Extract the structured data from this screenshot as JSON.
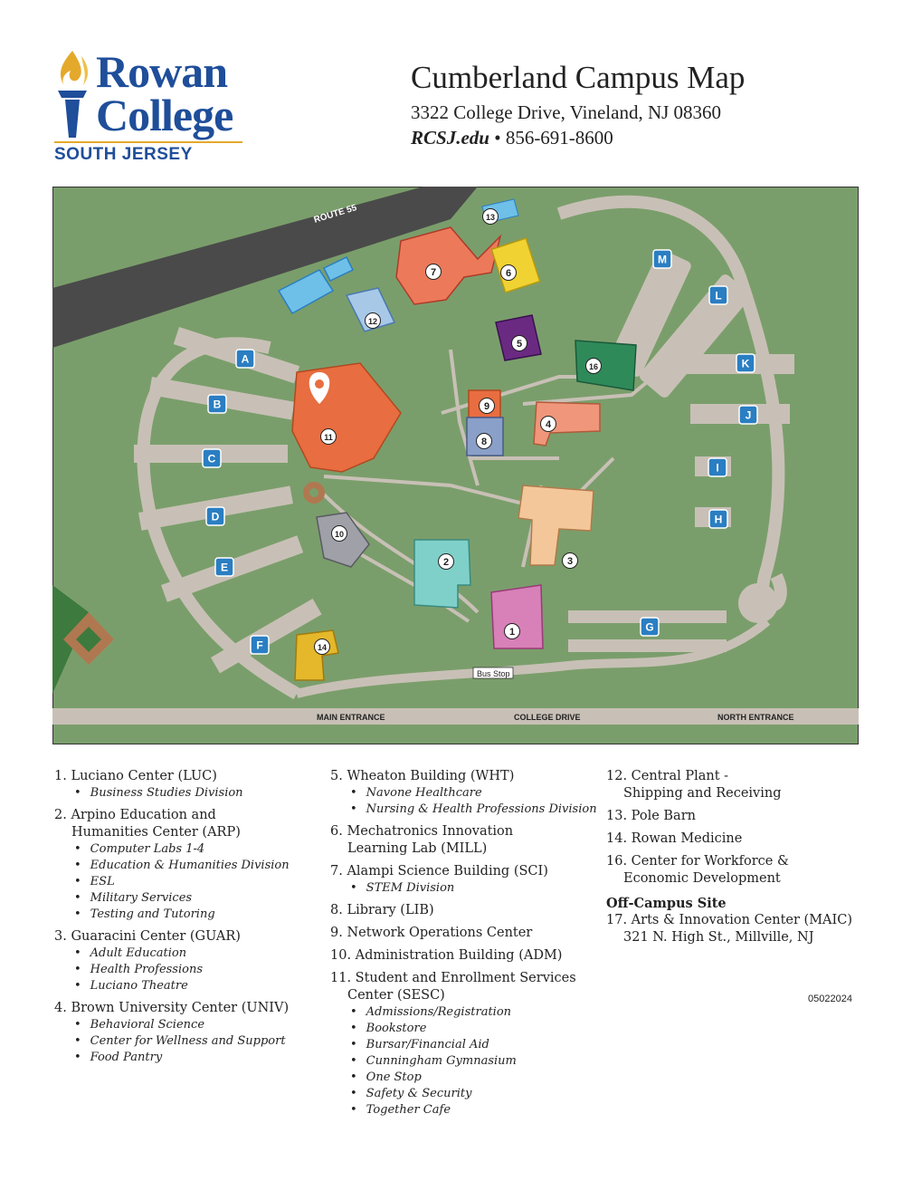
{
  "logo": {
    "line1": "Rowan",
    "line2": "College",
    "line3": "SOUTH JERSEY"
  },
  "header": {
    "title": "Cumberland Campus Map",
    "address": "3322 College Drive, Vineland, NJ 08360",
    "website": "RCSJ.edu",
    "separator": "•",
    "phone": "856-691-8600"
  },
  "map": {
    "colors": {
      "grass": "#7a9e6b",
      "road": "#c8c0b6",
      "route": "#4a4a4a",
      "lot_badge": "#2a7ec2"
    },
    "roads": {
      "route55": "ROUTE 55",
      "main_entrance": "MAIN ENTRANCE",
      "college_drive": "COLLEGE DRIVE",
      "north_entrance": "NORTH ENTRANCE"
    },
    "bus_stop": "Bus Stop",
    "lots": [
      "A",
      "B",
      "C",
      "D",
      "E",
      "F",
      "G",
      "H",
      "I",
      "J",
      "K",
      "L",
      "M"
    ],
    "buildings": [
      "1",
      "2",
      "3",
      "4",
      "5",
      "6",
      "7",
      "8",
      "9",
      "10",
      "11",
      "12",
      "13",
      "14",
      "16"
    ]
  },
  "legend": {
    "col1": [
      {
        "title": "1. Luciano Center (LUC)",
        "subs": [
          "Business Studies Division"
        ]
      },
      {
        "title": "2. Arpino Education and",
        "cont": "Humanities Center (ARP)",
        "subs": [
          "Computer Labs 1-4",
          "Education & Humanities Division",
          "ESL",
          "Military Services",
          "Testing and Tutoring"
        ]
      },
      {
        "title": "3. Guaracini Center (GUAR)",
        "subs": [
          "Adult Education",
          "Health Professions",
          "Luciano Theatre"
        ]
      },
      {
        "title": "4. Brown University Center (UNIV)",
        "subs": [
          "Behavioral Science",
          "Center for Wellness and Support",
          "Food Pantry"
        ]
      }
    ],
    "col2": [
      {
        "title": "5. Wheaton Building (WHT)",
        "subs": [
          "Navone Healthcare",
          "Nursing & Health Professions Division"
        ]
      },
      {
        "title": "6. Mechatronics Innovation",
        "cont": "Learning Lab (MILL)"
      },
      {
        "title": "7. Alampi Science Building (SCI)",
        "subs": [
          "STEM Division"
        ]
      },
      {
        "title": "8. Library (LIB)"
      },
      {
        "title": "9. Network Operations Center"
      },
      {
        "title": "10. Administration Building (ADM)"
      },
      {
        "title": "11. Student and Enrollment Services",
        "cont": "Center (SESC)",
        "subs": [
          "Admissions/Registration",
          "Bookstore",
          "Bursar/Financial Aid",
          "Cunningham Gymnasium",
          "One Stop",
          "Safety & Security",
          "Together Cafe"
        ]
      }
    ],
    "col3": [
      {
        "title": "12. Central Plant -",
        "cont": "Shipping and Receiving"
      },
      {
        "title": "13. Pole Barn"
      },
      {
        "title": "14. Rowan Medicine"
      },
      {
        "title": "16. Center for Workforce &",
        "cont": "Economic Development"
      }
    ],
    "offsite_heading": "Off-Campus Site",
    "offsite": {
      "title": "17. Arts & Innovation Center (MAIC)",
      "cont": "321 N. High St., Millville, NJ"
    },
    "version": "05022024"
  }
}
